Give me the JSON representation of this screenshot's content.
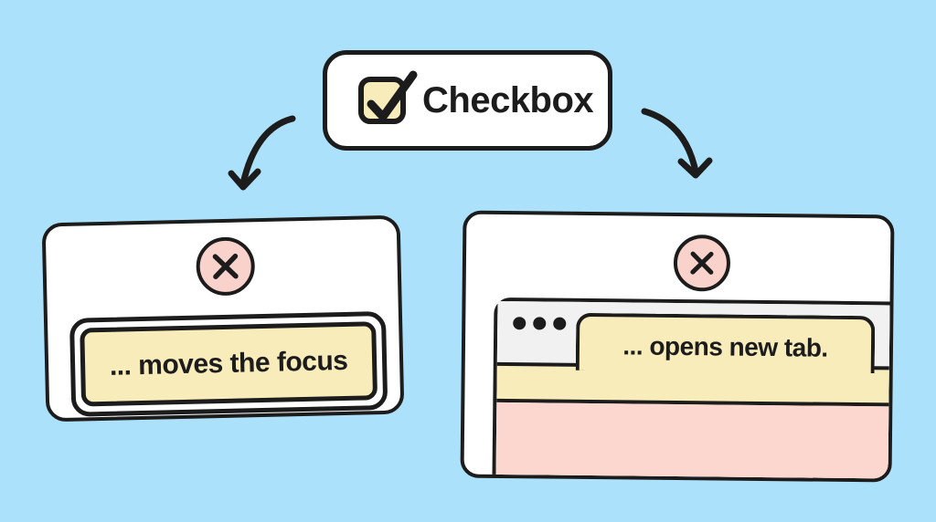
{
  "theme": {
    "bg": "#ACE1FB",
    "ink": "#1C1C1C",
    "card": "#FFFFFF",
    "yellow": "#F8ECBB",
    "pink-soft": "#F9D2CB",
    "pink-content": "#FCD7D0",
    "gray-titlebar": "#F1F1F1"
  },
  "checkbox_card": {
    "label": "Checkbox",
    "state": "checked",
    "checkmark_icon": "checkmark-icon"
  },
  "arrows": {
    "left": "curved-arrow-down-left-icon",
    "right": "curved-arrow-down-right-icon"
  },
  "left_outcome_card": {
    "close_icon": "close-x-in-circle-icon",
    "focused_button": {
      "label": "... moves the focus",
      "state": "focus-ring-visible"
    }
  },
  "right_outcome_card": {
    "close_icon": "close-x-in-circle-icon",
    "browser": {
      "window_dots_icon": "three-dots-icon",
      "tab": {
        "label": "... opens new tab.",
        "state": "active"
      }
    }
  }
}
